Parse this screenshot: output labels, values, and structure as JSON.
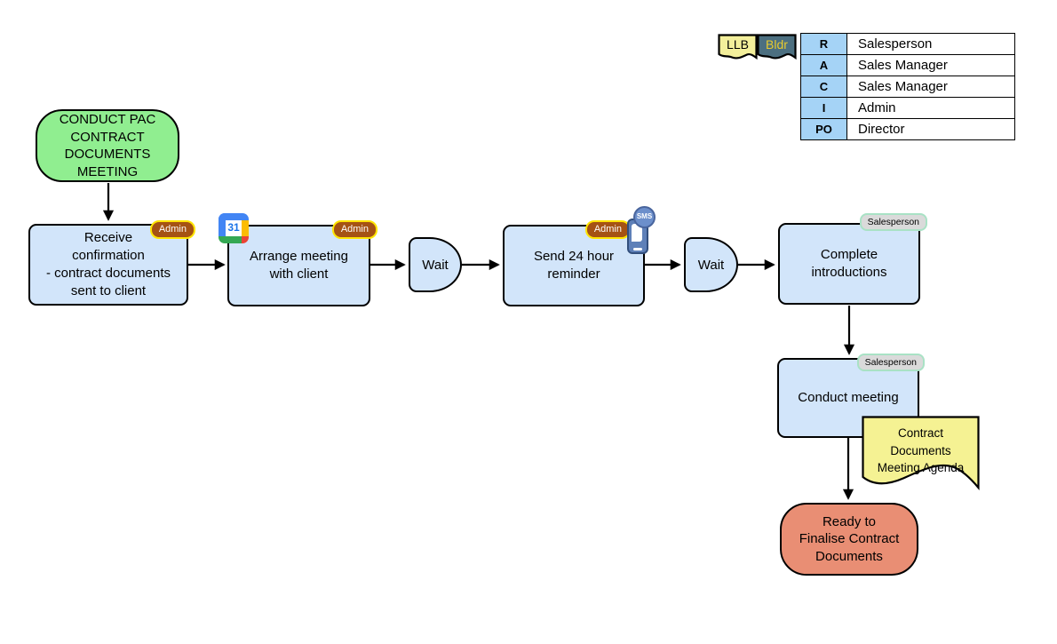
{
  "legend": {
    "tabs": [
      {
        "label": "LLB"
      },
      {
        "label": "Bldr"
      }
    ],
    "raci_table": {
      "rows": [
        {
          "key": "R",
          "value": "Salesperson"
        },
        {
          "key": "A",
          "value": "Sales Manager"
        },
        {
          "key": "C",
          "value": "Sales Manager"
        },
        {
          "key": "I",
          "value": "Admin"
        },
        {
          "key": "PO",
          "value": "Director"
        }
      ]
    }
  },
  "flow": {
    "start": {
      "label": "CONDUCT PAC\nCONTRACT\nDOCUMENTS\nMEETING"
    },
    "task_receive": {
      "label": "Receive\nconfirmation\n- contract documents\nsent to client",
      "badge": "Admin"
    },
    "task_arrange": {
      "label": "Arrange meeting\nwith client",
      "badge": "Admin",
      "icon_label": "31"
    },
    "wait1": {
      "label": "Wait"
    },
    "task_reminder": {
      "label": "Send 24 hour\nreminder",
      "badge": "Admin",
      "icon_label": "SMS"
    },
    "wait2": {
      "label": "Wait"
    },
    "task_intro": {
      "label": "Complete\nintroductions",
      "badge": "Salesperson"
    },
    "task_meeting": {
      "label": "Conduct meeting",
      "badge": "Salesperson"
    },
    "document": {
      "label": "Contract\nDocuments\nMeeting Agenda"
    },
    "end": {
      "label": "Ready to\nFinalise Contract\nDocuments"
    }
  },
  "colors": {
    "task_fill": "#D2E5FA",
    "start_fill": "#90EE90",
    "end_fill": "#E98E74",
    "document_fill": "#F5F293",
    "tab_light_fill": "#F3EF9B",
    "tab_dark_fill": "#4C6F80",
    "tab_dark_text": "#E8CB2D",
    "admin_badge_bg": "#A55214",
    "admin_badge_border": "#FFE500",
    "salesperson_badge_bg": "#DADADA",
    "salesperson_badge_border": "#A9E2C5",
    "raci_key_bg": "#A5D3F6",
    "outline": "#000000"
  }
}
